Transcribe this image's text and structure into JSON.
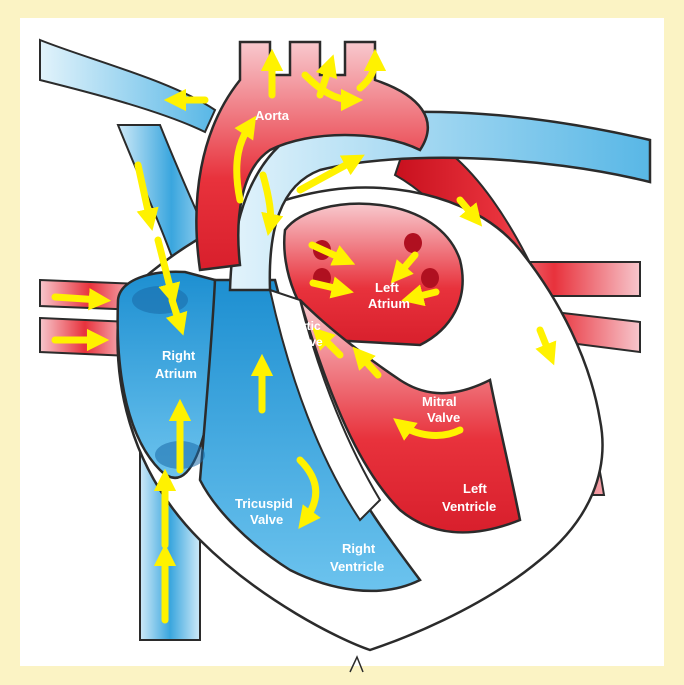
{
  "diagram": {
    "labels": {
      "aorta": "Aorta",
      "left_atrium_1": "Left",
      "left_atrium_2": "Atrium",
      "aortic_valve_1": "Aortic",
      "aortic_valve_2": "Valve",
      "right_atrium_1": "Right",
      "right_atrium_2": "Atrium",
      "mitral_valve_1": "Mitral",
      "mitral_valve_2": "Valve",
      "tricuspid_valve_1": "Tricuspid",
      "tricuspid_valve_2": "Valve",
      "left_ventricle_1": "Left",
      "left_ventricle_2": "Ventricle",
      "right_ventricle_1": "Right",
      "right_ventricle_2": "Ventricle"
    },
    "colors": {
      "background": "#fbf3c4",
      "oxygenated": "#e8323c",
      "deoxygenated": "#3aa6de",
      "flow_arrow": "#fff200",
      "outline": "#2b2b2b"
    }
  }
}
